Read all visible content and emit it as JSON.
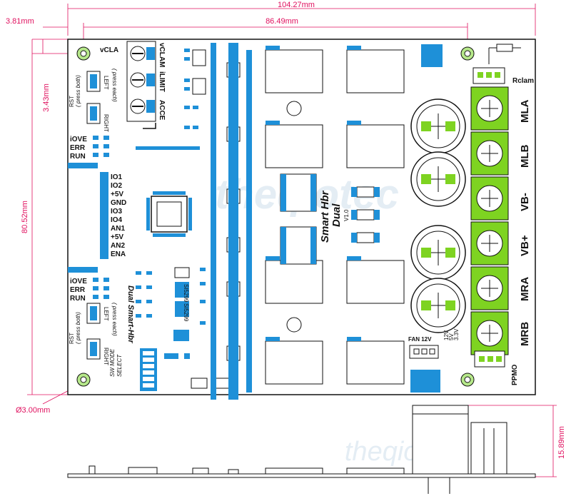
{
  "dimensions": {
    "overall_width": "104.27mm",
    "hole_offset_x": "3.81mm",
    "hole_spacing_x": "86.49mm",
    "hole_offset_y": "3.43mm",
    "overall_height": "80.52mm",
    "hole_diameter": "Ø3.00mm",
    "side_height": "15.89mm"
  },
  "board": {
    "title_line1": "Smart Hbr",
    "title_line2": "Dual",
    "version": "V1.0",
    "subtitle": "Dual Smart-Hbr",
    "pot_labels": [
      "vCLAM",
      "iLIMIT",
      "ACCE"
    ],
    "pot_top_label": "vCLA",
    "status_top": [
      "iOVE",
      "ERR",
      "RUN"
    ],
    "status_bottom": [
      "iOVE",
      "ERR",
      "RUN"
    ],
    "rst_label": "RST",
    "rst_note": "( press both)",
    "left_label": "LEFT",
    "right_label": "RIGHT",
    "press_each_note": "( press each)",
    "io_pins": [
      "IO1",
      "IO2",
      "+5V",
      "GND",
      "IO3",
      "IO4",
      "AN1",
      "+5V",
      "AN2",
      "ENA"
    ],
    "terminals": [
      "MLA",
      "MLB",
      "VB-",
      "VB+",
      "MRA",
      "MRB"
    ],
    "rclam": "Rclam",
    "fan": "FAN 12V",
    "fan_voltages": [
      "12V",
      "5V",
      "3.3V"
    ],
    "ppmo": "PPMO",
    "sw_mode_line1": "SW MODE",
    "sw_mode_line2": "SELECT",
    "chip_label_1": "SI5299",
    "chip_label_2": "SI5299"
  },
  "watermark": "theqiotec",
  "colors": {
    "pcb": "#ffffff",
    "outline": "#111111",
    "component_blue": "#1e90d8",
    "terminal_green": "#7ed321",
    "dimension": "#e0115f",
    "mounting_hole_fill": "#b6e88a"
  }
}
